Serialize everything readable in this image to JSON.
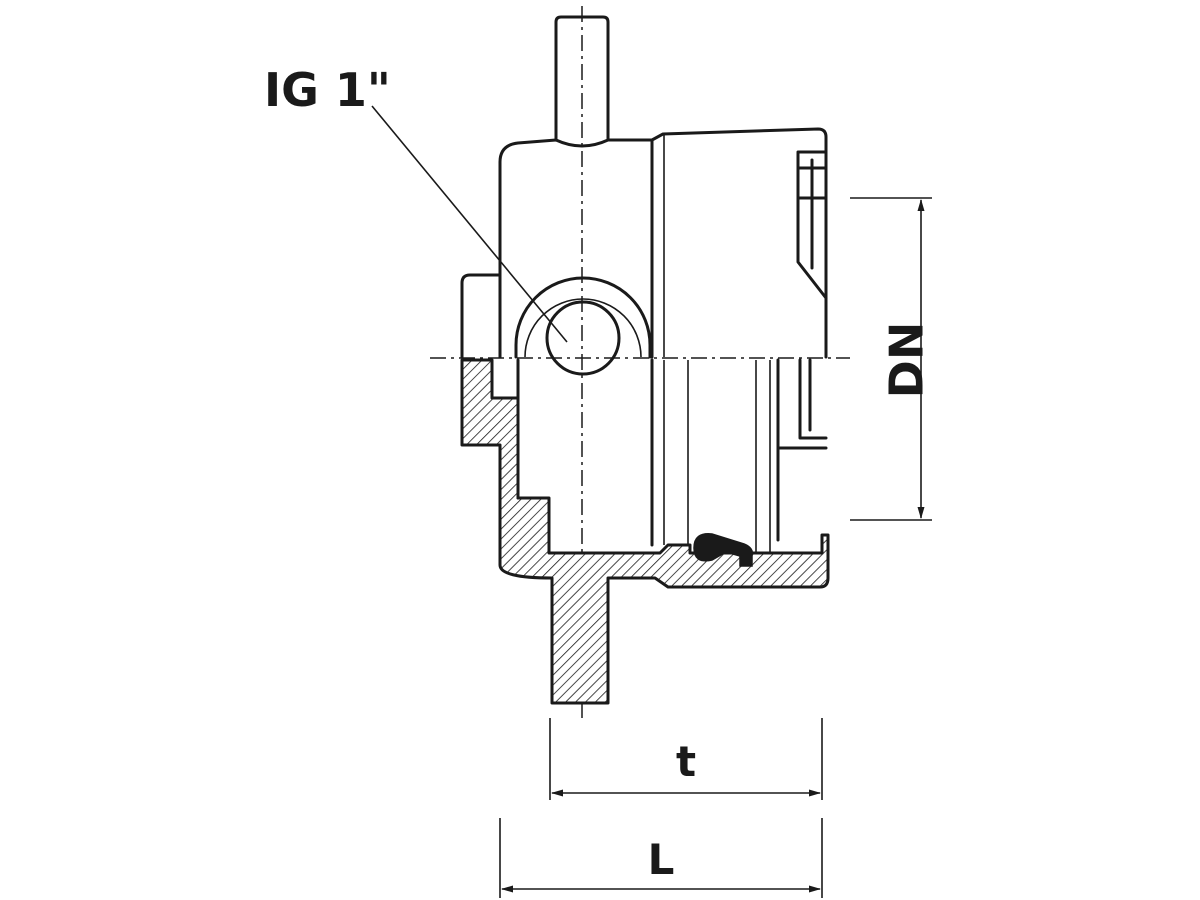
{
  "diagram": {
    "labels": {
      "thread": "IG 1\"",
      "nominal_diameter": "DN",
      "insertion_depth": "t",
      "length": "L"
    },
    "colors": {
      "line": "#1a1a1a",
      "background": "#ffffff"
    }
  }
}
